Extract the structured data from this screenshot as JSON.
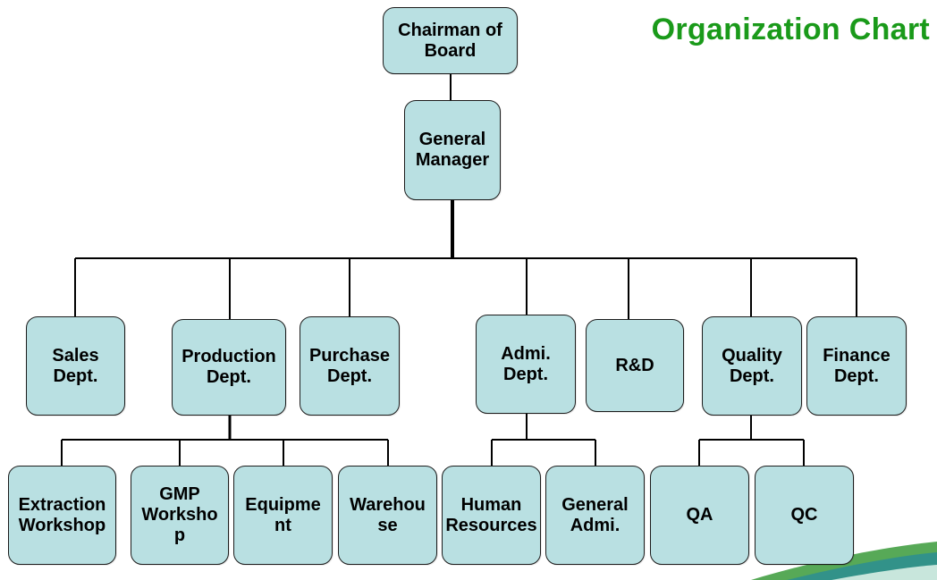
{
  "title": "Organization Chart",
  "colors": {
    "title": "#1a9a1a",
    "node_fill": "#b9e0e2",
    "line": "#000000",
    "swoosh_green": "#3a9a3a",
    "swoosh_teal": "#2f8f8f"
  },
  "nodes": {
    "chairman": "Chairman of\nBoard",
    "general_manager": "General\nManager",
    "sales": "Sales\nDept.",
    "production": "Production\nDept.",
    "purchase": "Purchase\nDept.",
    "admi": "Admi.\nDept.",
    "rd": "R&D",
    "quality": "Quality\nDept.",
    "finance": "Finance\nDept.",
    "extraction": "Extraction\nWorkshop",
    "gmp": "GMP\nWorksho\np",
    "equipment": "Equipme\nnt",
    "warehouse": "Warehou\nse",
    "hr": "Human\nResources",
    "general_admi": "General\nAdmi.",
    "qa": "QA",
    "qc": "QC"
  }
}
